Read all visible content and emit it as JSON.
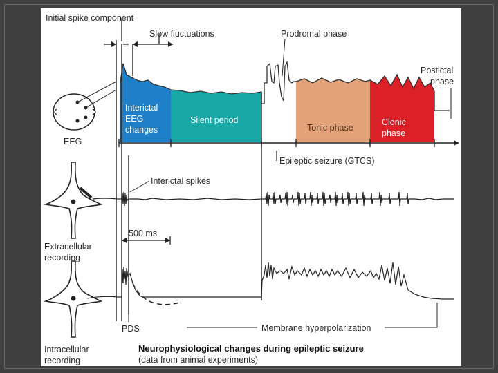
{
  "labels": {
    "initial_spike": "Initial spike component",
    "slow_fluctuations": "Slow fluctuations",
    "prodromal": "Prodromal phase",
    "postictal_1": "Postictal",
    "postictal_2": "phase",
    "interictal_1": "Interictal",
    "interictal_2": "EEG",
    "interictal_3": "changes",
    "silent": "Silent period",
    "tonic": "Tonic phase",
    "clonic_1": "Clonic",
    "clonic_2": "phase",
    "eeg": "EEG",
    "seizure": "Epileptic seizure (GTCS)",
    "interictal_spikes": "Interictal spikes",
    "ms500": "500 ms",
    "extra_1": "Extracellular",
    "extra_2": "recording",
    "pds": "PDS",
    "membrane": "Membrane hyperpolarization",
    "intra_1": "Intracellular",
    "intra_2": "recording",
    "title": "Neurophysiological changes during epileptic seizure",
    "subtitle": "(data from animal experiments)"
  },
  "colors": {
    "interictal": "#1f7fc8",
    "silent": "#17a8a6",
    "tonic": "#e3a27a",
    "clonic": "#dc2028",
    "slide_bg": "#3f3f3f"
  }
}
